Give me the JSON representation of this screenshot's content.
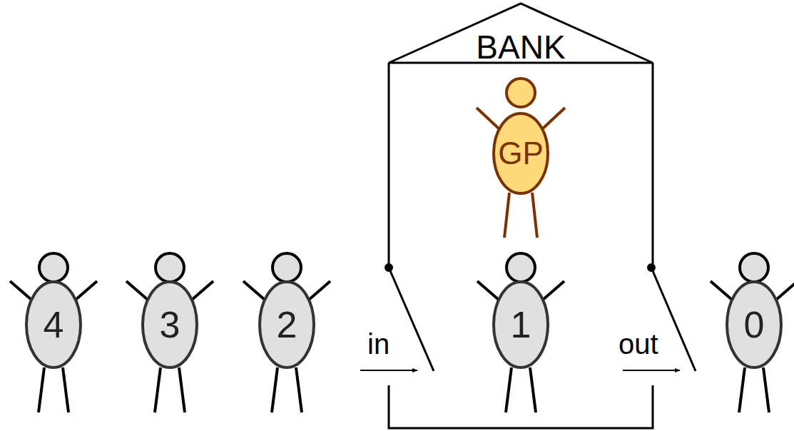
{
  "diagram": {
    "nodes": [
      {
        "text": [
          "BANK"
        ]
      },
      {
        "text": [
          "GP"
        ],
        "in": 0
      },
      {
        "text": [
          "4"
        ]
      },
      {
        "text": [
          "3"
        ]
      },
      {
        "text": [
          "2"
        ]
      },
      {
        "text": [
          "1"
        ],
        "in": 0
      },
      {
        "text": [
          "0"
        ]
      }
    ],
    "labels": [
      "in",
      "out"
    ]
  }
}
